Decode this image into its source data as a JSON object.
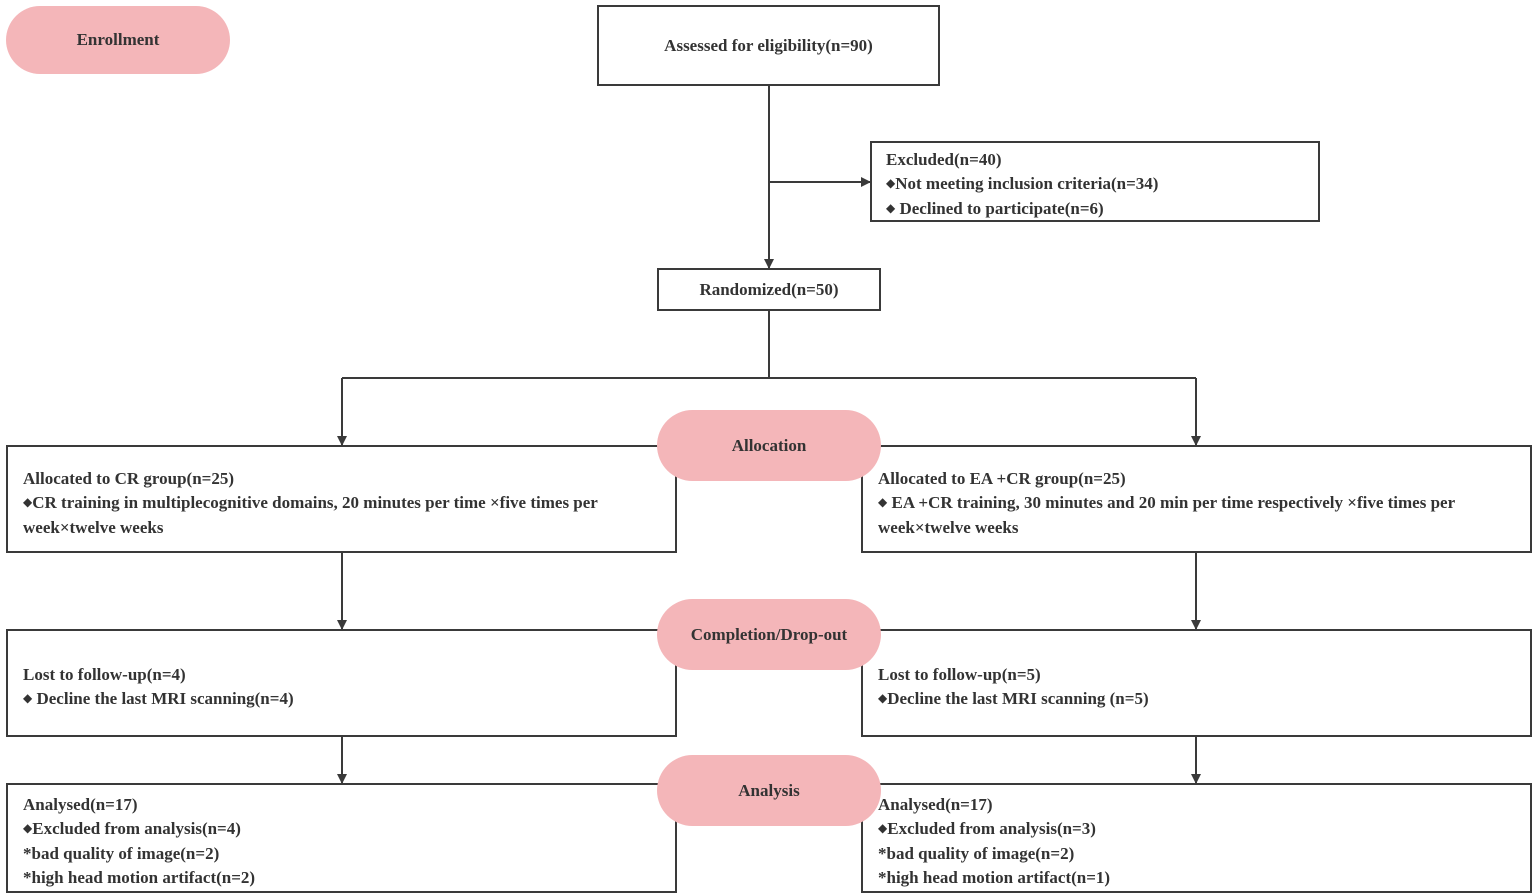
{
  "stages": {
    "enrollment": "Enrollment",
    "allocation": "Allocation",
    "completion": "Completion/Drop-out",
    "analysis": "Analysis"
  },
  "assessed": "Assessed for eligibility(n=90)",
  "excluded": {
    "title": "Excluded(n=40)",
    "items": [
      "Not meeting inclusion criteria(n=34)",
      "Declined to participate(n=6)"
    ]
  },
  "randomized": "Randomized(n=50)",
  "cr_group": {
    "allocated": "Allocated to  CR group(n=25)",
    "allocated_detail": "CR training in multiplecognitive domains, 20 minutes per time ×five times per week×twelve weeks",
    "lost": "Lost to follow-up(n=4)",
    "lost_detail": "Decline the last MRI scanning(n=4)",
    "analysed": "Analysed(n=17)",
    "excluded_analysis": "Excluded from analysis(n=4)",
    "bad_quality": "*bad quality of image(n=2)",
    "motion": "*high head motion artifact(n=2)"
  },
  "ea_group": {
    "allocated": "Allocated to EA +CR group(n=25)",
    "allocated_detail": "EA +CR training, 30 minutes and 20 min per time respectively ×five times per week×twelve weeks",
    "lost": "Lost to follow-up(n=5)",
    "lost_detail": "Decline the last MRI scanning (n=5)",
    "analysed": "Analysed(n=17)",
    "excluded_analysis": "Excluded from analysis(n=3)",
    "bad_quality": "*bad quality of image(n=2)",
    "motion": "*high head motion artifact(n=1)"
  },
  "colors": {
    "stage_fill": "#f4b6b9",
    "line": "#3a3a3a",
    "text": "#333333"
  }
}
